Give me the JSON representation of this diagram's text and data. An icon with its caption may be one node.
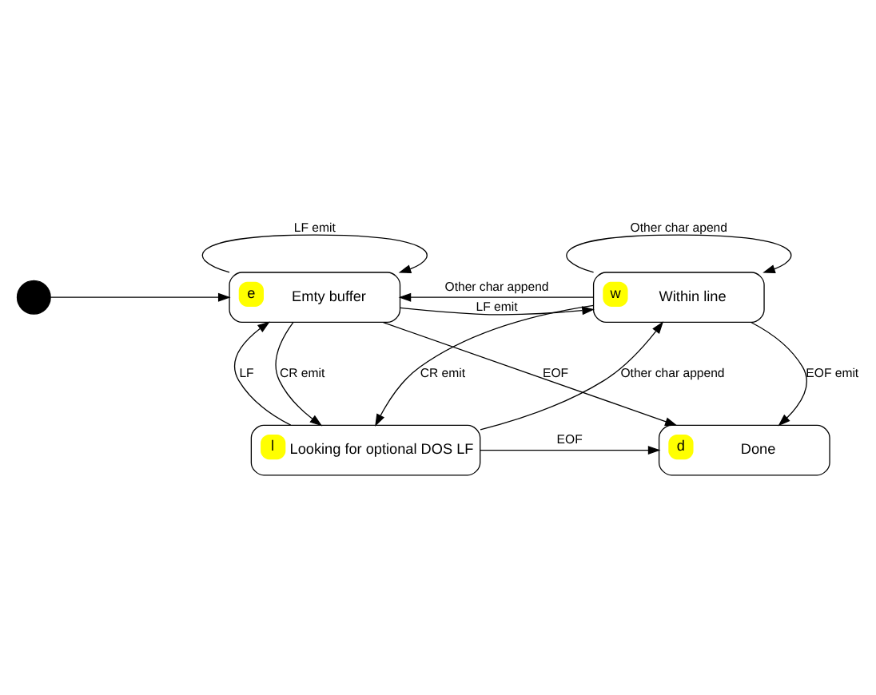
{
  "diagram": {
    "nodes": [
      {
        "text": [],
        "shape": "circle"
      },
      {
        "text": [
          "e",
          "Emty buffer"
        ]
      },
      {
        "text": [
          "w",
          "Within line"
        ]
      },
      {
        "text": [
          "l",
          "Looking for optional DOS LF"
        ]
      },
      {
        "text": [
          "d",
          "Done"
        ]
      }
    ],
    "edges": [
      {
        "from": 0,
        "to": 1,
        "arrow": "to"
      },
      {
        "from": 1,
        "to": 1,
        "arrow": "to",
        "label": "LF emit"
      },
      {
        "from": 1,
        "to": 2,
        "arrow": "to",
        "label": "LF emit"
      },
      {
        "from": 2,
        "to": 1,
        "arrow": "to",
        "label": "Other char append"
      },
      {
        "from": 2,
        "to": 2,
        "arrow": "to",
        "label": "Other char apend"
      },
      {
        "from": 1,
        "to": 3,
        "arrow": "to",
        "label": "CR emit"
      },
      {
        "from": 3,
        "to": 1,
        "arrow": "to",
        "label": "LF"
      },
      {
        "from": 3,
        "to": 2,
        "arrow": "to",
        "label": "Other char append"
      },
      {
        "from": 2,
        "to": 3,
        "arrow": "to",
        "label": "CR emit"
      },
      {
        "from": 2,
        "to": 4,
        "arrow": "to",
        "label": "EOF emit"
      },
      {
        "from": 3,
        "to": 4,
        "arrow": "to",
        "label": "EOF"
      },
      {
        "from": 1,
        "to": 4,
        "arrow": "to",
        "label": "EOF"
      }
    ]
  }
}
